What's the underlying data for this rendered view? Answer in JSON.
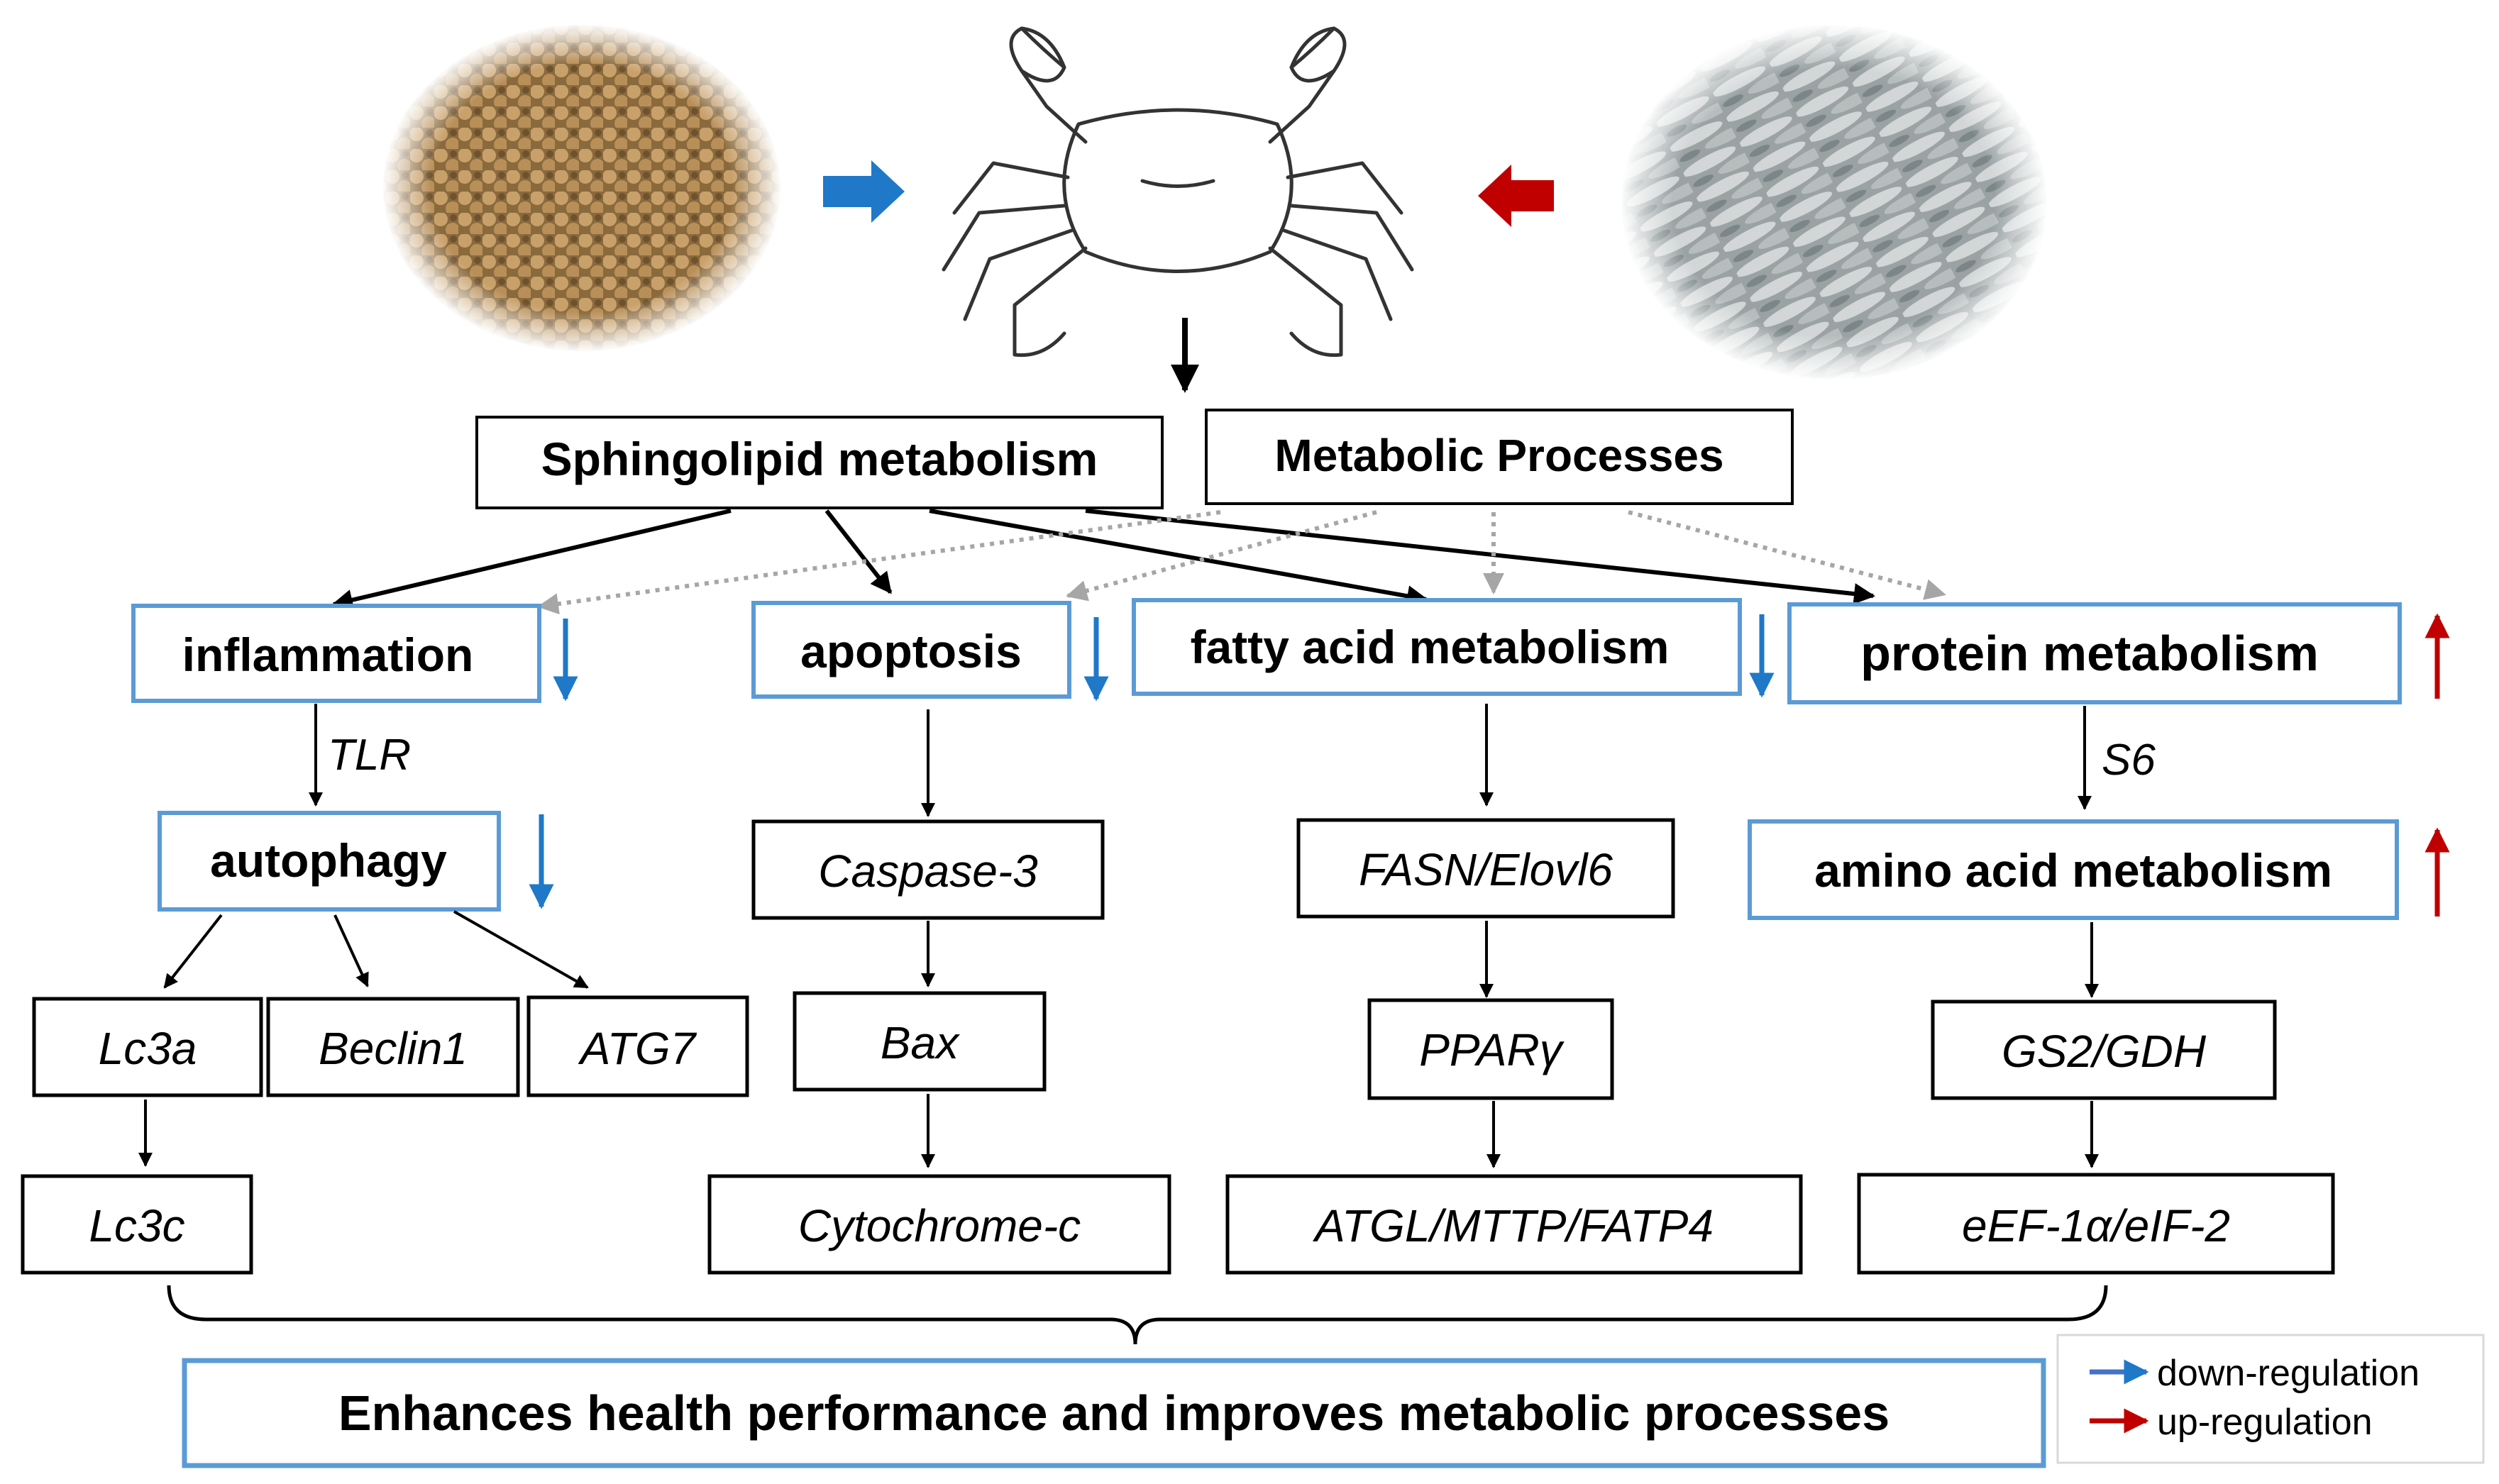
{
  "images": {
    "feed_pellets": "photo-of-formulated-feed-pellets",
    "crab": "outline-drawing-of-crab",
    "trash_fish": "photo-of-frozen-trash-fish"
  },
  "colors": {
    "blue": "#1f78c8",
    "red": "#c00000",
    "box_blue": "#5b9bd5",
    "grey": "#a6a6a6",
    "black": "#000000"
  },
  "top": {
    "sphingolipid": "Sphingolipid metabolism",
    "metabolic_processes": "Metabolic Processes"
  },
  "categories": {
    "inflammation": "inflammation",
    "apoptosis": "apoptosis",
    "fatty_acid": "fatty acid metabolism",
    "protein": "protein metabolism"
  },
  "labels": {
    "tlr": "TLR",
    "s6": "S6"
  },
  "sub": {
    "autophagy": "autophagy",
    "amino_acid": "amino acid metabolism"
  },
  "genes": {
    "lc3a": "Lc3a",
    "beclin1": "Beclin1",
    "atg7": "ATG7",
    "lc3c": "Lc3c",
    "caspase3": "Caspase-3",
    "bax": "Bax",
    "cytochrome_c": "Cytochrome-c",
    "fasn": "FASN/Elovl6",
    "ppar": "PPARγ",
    "atgl": "ATGL/MTTP/FATP4",
    "gs2": "GS2/GDH",
    "eef": "eEF-1α/eIF-2"
  },
  "conclusion": "Enhances health performance and improves metabolic processes",
  "legend": {
    "down": "down-regulation",
    "up": "up-regulation"
  }
}
